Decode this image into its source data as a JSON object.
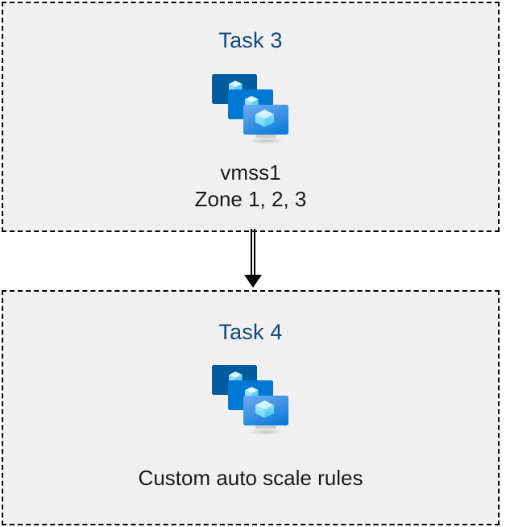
{
  "diagram": {
    "background_color": "#ffffff",
    "box_fill_color": "#f0f0f0",
    "box_border_color": "#000000",
    "title_color": "#11487c",
    "caption_color": "#1a1a1a"
  },
  "nodes": [
    {
      "id": "task3",
      "title": "Task 3",
      "icon": "vmss-icon",
      "icon_label": "virtual machine scale set",
      "caption": "vmss1\nZone 1, 2, 3",
      "caption_lines": [
        "vmss1",
        "Zone 1, 2, 3"
      ]
    },
    {
      "id": "task4",
      "title": "Task 4",
      "icon": "vmss-icon",
      "icon_label": "virtual machine scale set",
      "caption": "Custom auto scale rules",
      "caption_lines": [
        "Custom auto scale rules"
      ]
    }
  ],
  "connectors": [
    {
      "id": "task3-to-task4",
      "from": "task3",
      "to": "task4",
      "style": "double-line",
      "arrowhead": "solid-triangle",
      "color": "#000000",
      "label": ""
    }
  ],
  "icon_palette": {
    "monitor_back": "#005ba1",
    "monitor_middle": "#0078d4",
    "monitor_front_top": "#62a6ef",
    "monitor_front_bottom": "#0f82dc",
    "cube_light": "#c3f1ff",
    "cube_mid": "#9ae5fb",
    "cube_dark": "#50d0f5",
    "stand": "#bcbcbc",
    "stand_shadow": "#d6d6d6"
  }
}
